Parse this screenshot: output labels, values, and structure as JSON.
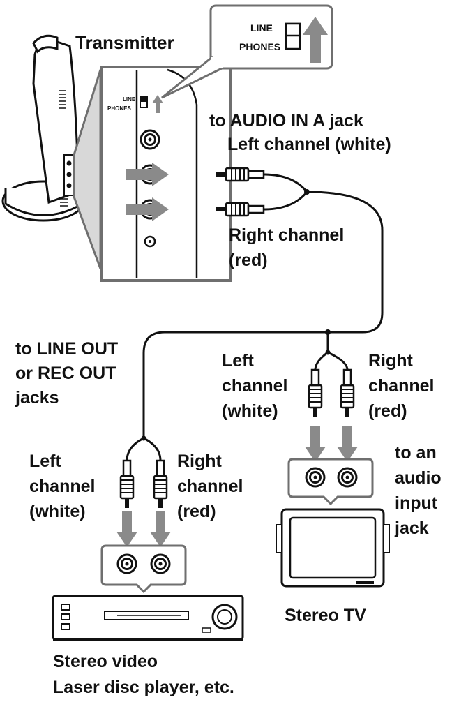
{
  "colors": {
    "ink": "#111111",
    "gray_fill": "#8a8a8a",
    "panel_stroke": "#6f6f6f",
    "light_fill": "#f2f2f2",
    "white": "#ffffff"
  },
  "icons": [
    "arrow-icon",
    "rca-plug-icon",
    "rca-jack-icon",
    "switch-icon"
  ],
  "labels": {
    "transmitter": "Transmitter",
    "callout_line": "LINE",
    "callout_phones": "PHONES",
    "small_line": "LINE",
    "small_phones": "PHONES",
    "audio_in_a": "to AUDIO IN A jack",
    "left_white_top": "Left channel (white)",
    "right_channel_top": "Right channel",
    "red_top": "(red)",
    "line_out_1": "to LINE OUT",
    "line_out_2": "or REC OUT",
    "line_out_3": "jacks",
    "tv_left_1": "Left",
    "tv_left_2": "channel",
    "tv_left_3": "(white)",
    "tv_right_1": "Right",
    "tv_right_2": "channel",
    "tv_right_3": "(red)",
    "vcr_left_1": "Left",
    "vcr_left_2": "channel",
    "vcr_left_3": "(white)",
    "vcr_right_1": "Right",
    "vcr_right_2": "channel",
    "vcr_right_3": "(red)",
    "audio_input_1": "to an",
    "audio_input_2": "audio",
    "audio_input_3": "input",
    "audio_input_4": "jack",
    "stereo_tv": "Stereo TV",
    "stereo_video": "Stereo video",
    "laser_disc": "Laser disc player, etc."
  }
}
